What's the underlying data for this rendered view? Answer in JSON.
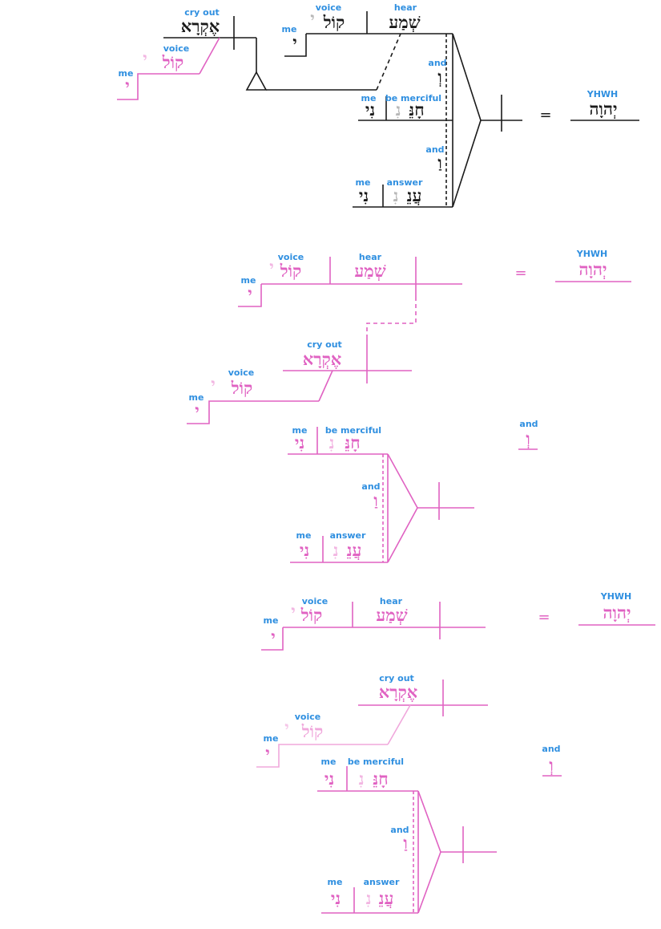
{
  "colors": {
    "black": "#1a1a1a",
    "gloss": "#2f8fe0",
    "pink": "#e062c2",
    "pink_light": "#f0a8dc",
    "affix_grey": "#b8b8b8",
    "affix_pink": "#f2b6e2"
  },
  "glosses": {
    "cry_out": "cry out",
    "voice": "voice",
    "me": "me",
    "hear": "hear",
    "and": "and",
    "be_merciful": "be merciful",
    "answer": "answer",
    "yhwh": "YHWH"
  },
  "hebrew": {
    "ekra": "אֶקְרָא",
    "kol": "קוֹל",
    "yod": "י",
    "shema": "שְׁמַע",
    "vav_and": "וְ",
    "chonneni_stem": "חָנֵּ",
    "ni_affix": "נִ",
    "ni": "נִי",
    "vav_and2": "וַ",
    "aneni_stem": "עֲנֵ",
    "yhwh": "יְהוָה"
  },
  "symbols": {
    "equals": "="
  }
}
